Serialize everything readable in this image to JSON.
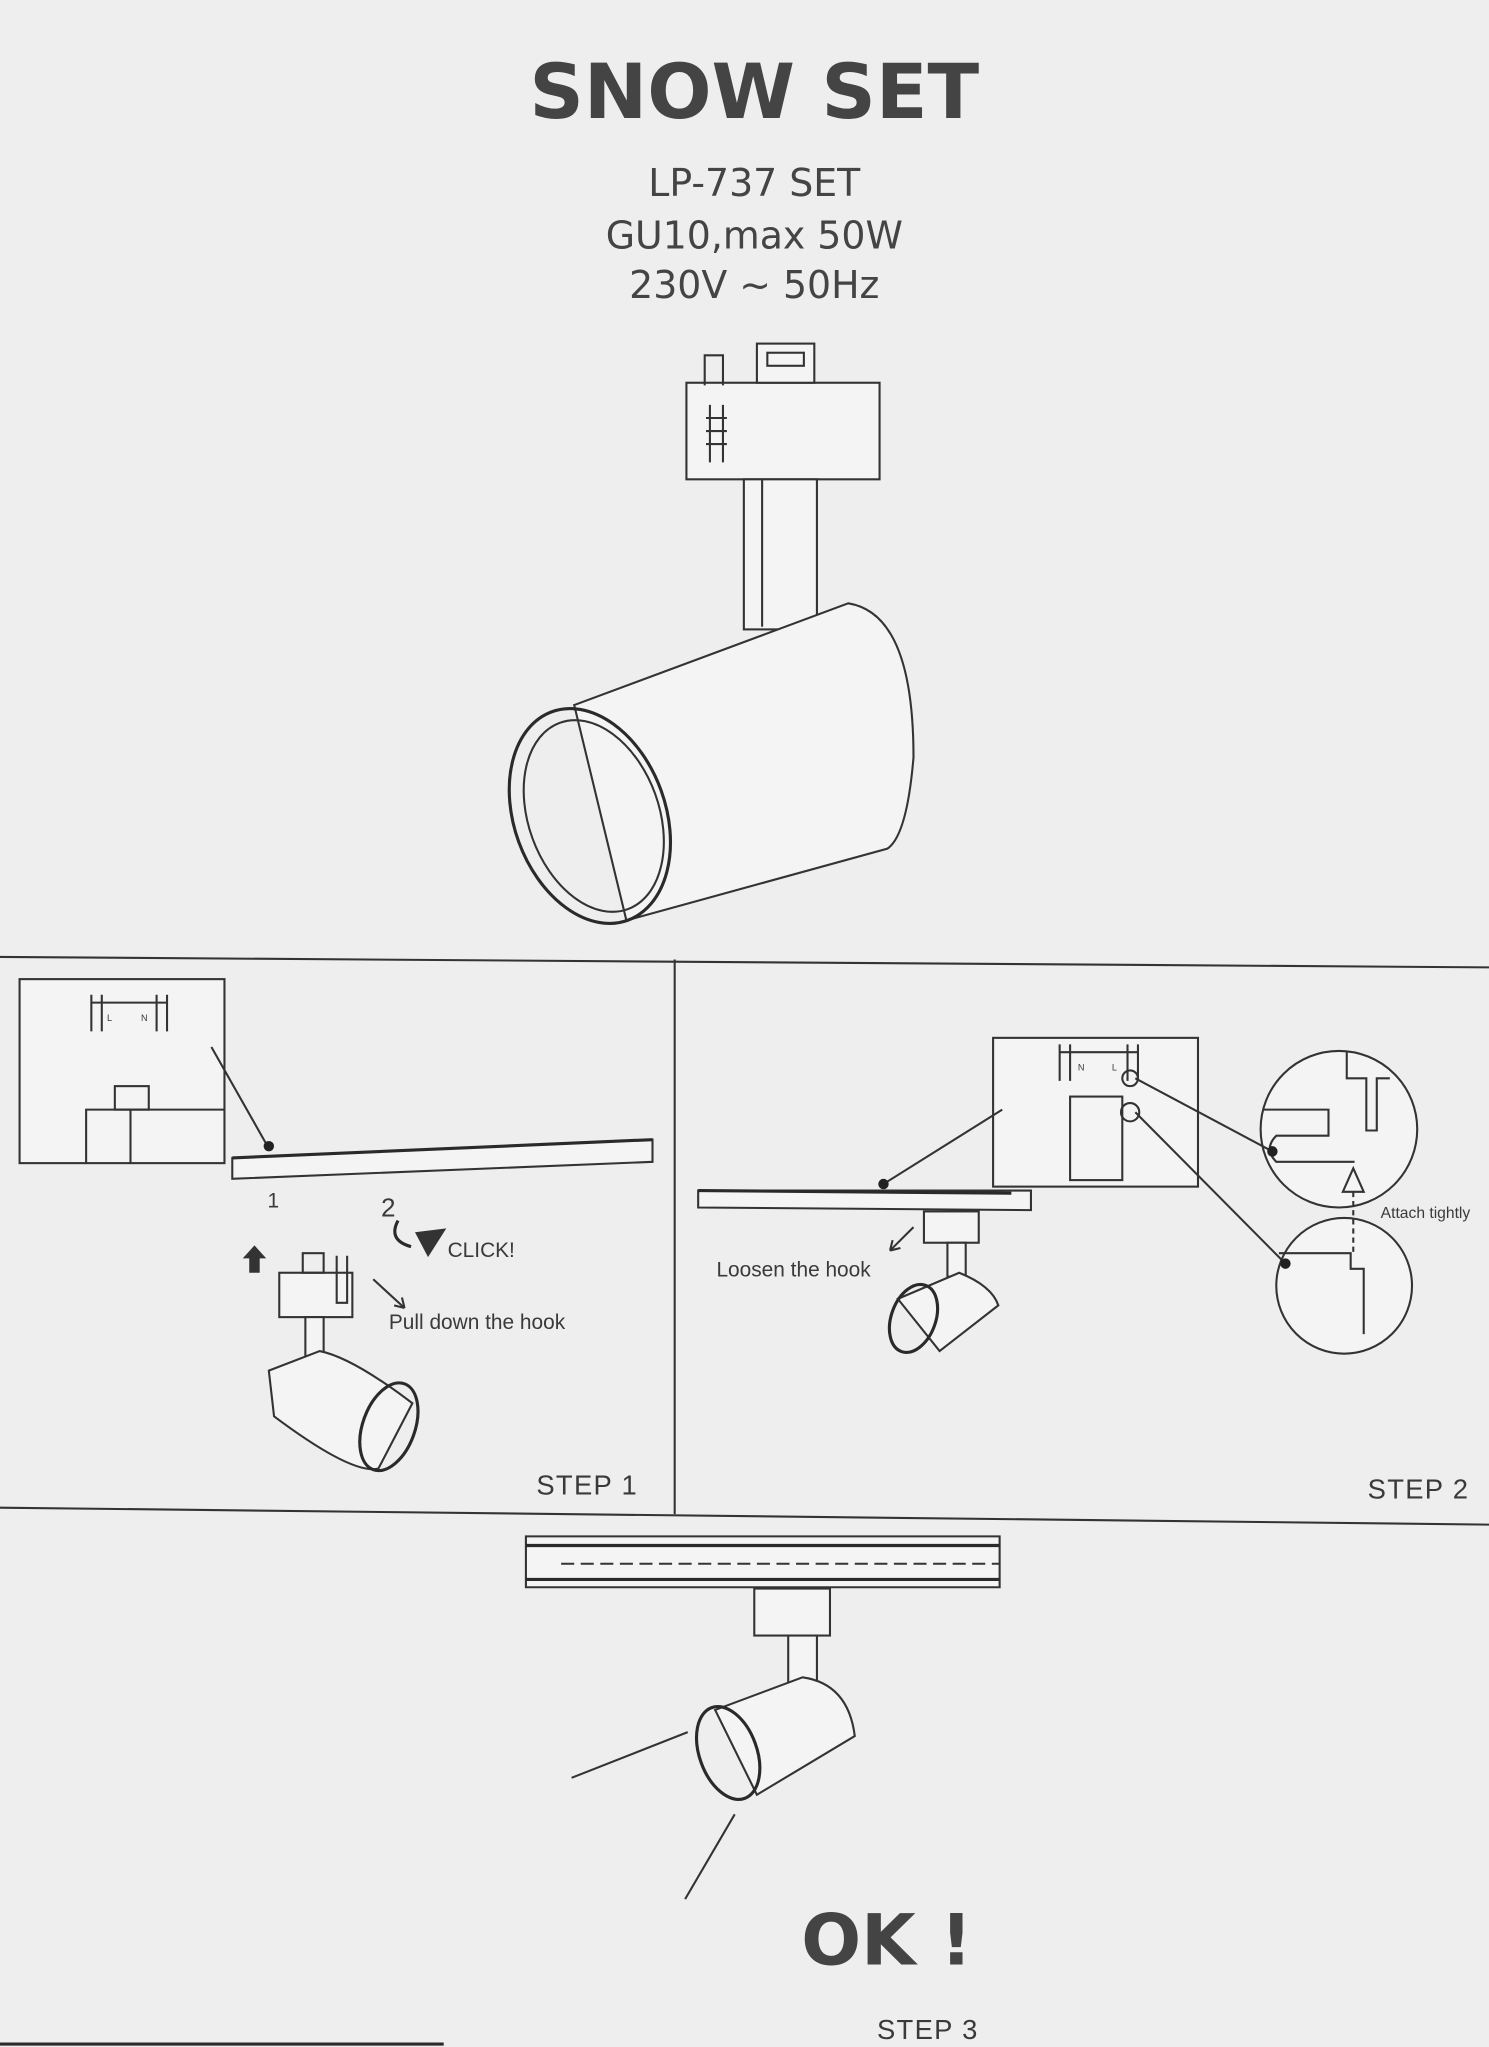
{
  "header": {
    "title": "SNOW SET",
    "model": "LP-737 SET",
    "lamp": "GU10,max 50W",
    "power": "230V ~ 50Hz"
  },
  "step1": {
    "num1": "1",
    "num2": "2",
    "click": "CLICK!",
    "pull": "Pull down the hook",
    "inset_l": "L",
    "inset_n": "N",
    "label": "STEP 1"
  },
  "step2": {
    "loosen": "Loosen the hook",
    "attach": "Attach tightly",
    "inset_n": "N",
    "inset_l": "L",
    "label": "STEP 2"
  },
  "step3": {
    "ok": "OK !",
    "label": "STEP 3"
  }
}
